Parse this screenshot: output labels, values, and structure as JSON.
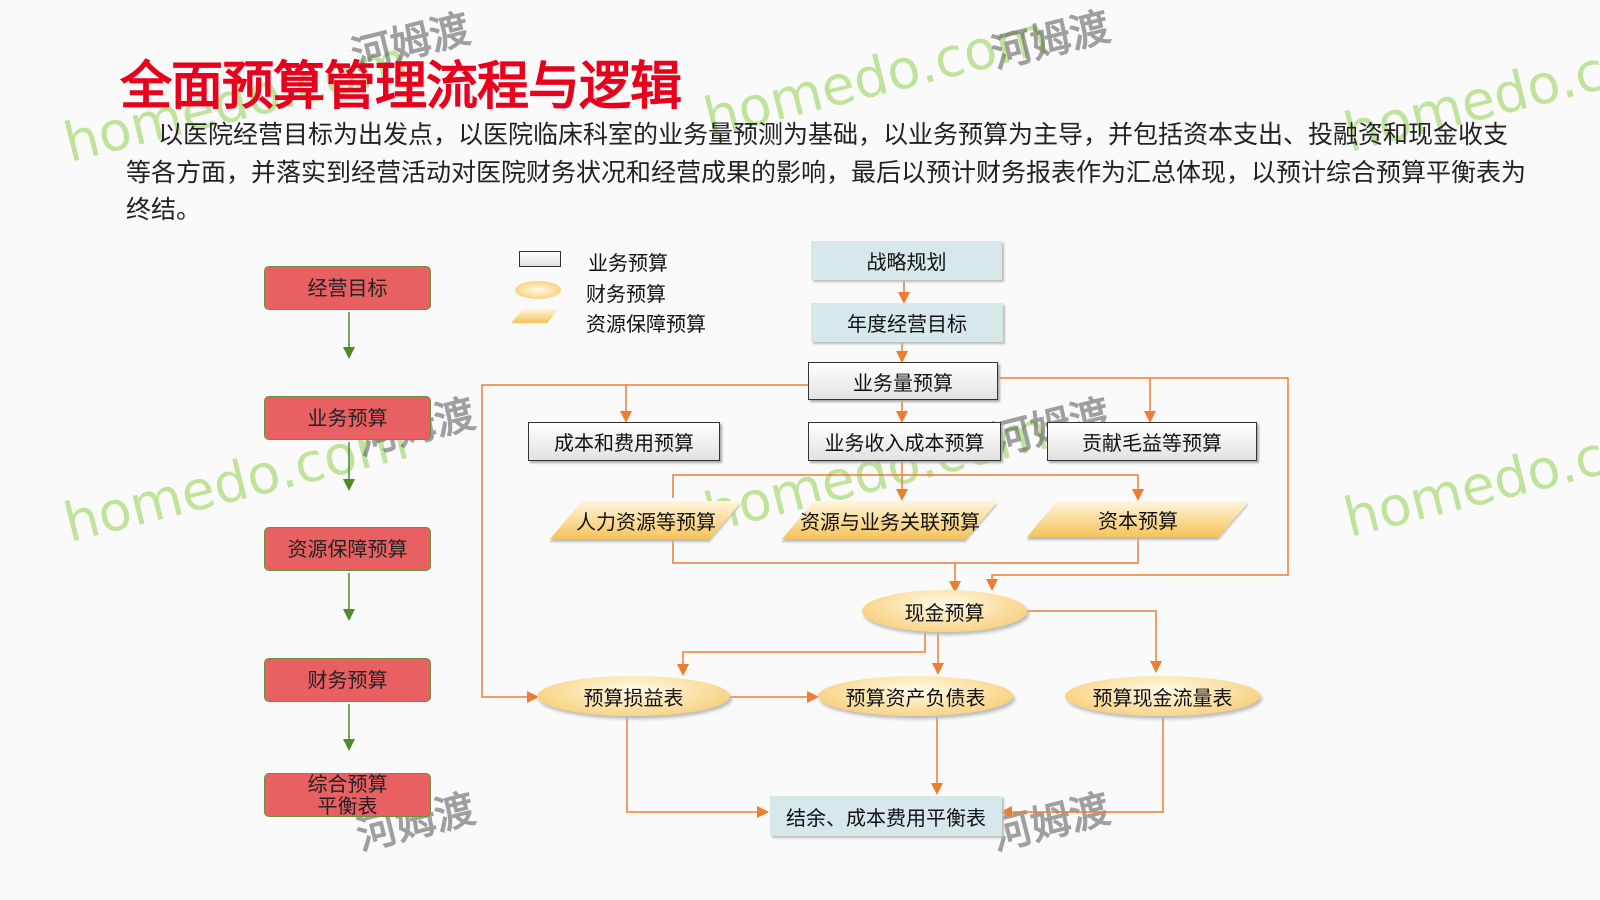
{
  "title": "全面预算管理流程与逻辑",
  "intro": "以医院经营目标为出发点，以医院临床科室的业务量预测为基础，以业务预算为主导，并包括资本支出、投融资和现金收支等各方面，并落实到经营活动对医院财务状况和经营成果的影响，最后以预计财务报表作为汇总体现，以预计综合预算平衡表为终结。",
  "left_flow": [
    "经营目标",
    "业务预算",
    "资源保障预算",
    "财务预算",
    "综合预算平衡表"
  ],
  "legend": {
    "business": "业务预算",
    "finance": "财务预算",
    "resource": "资源保障预算"
  },
  "nodes": {
    "strategy": "战略规划",
    "annual_goal": "年度经营目标",
    "volume_budget": "业务量预算",
    "cost_expense": "成本和费用预算",
    "revenue_cost": "业务收入成本预算",
    "contribution": "贡献毛益等预算",
    "hr": "人力资源等预算",
    "resource_link": "资源与业务关联预算",
    "capital": "资本预算",
    "cash": "现金预算",
    "income_stmt": "预算损益表",
    "balance_sheet": "预算资产负债表",
    "cash_flow": "预算现金流量表",
    "balance_table": "结余、成本费用平衡表"
  },
  "watermark": [
    "homedo.com",
    "河姆渡"
  ],
  "colors": {
    "title": "#e8001c",
    "left_box": "#e96062",
    "connector": "#ed7d31",
    "left_arrow": "#4e8a2e"
  }
}
